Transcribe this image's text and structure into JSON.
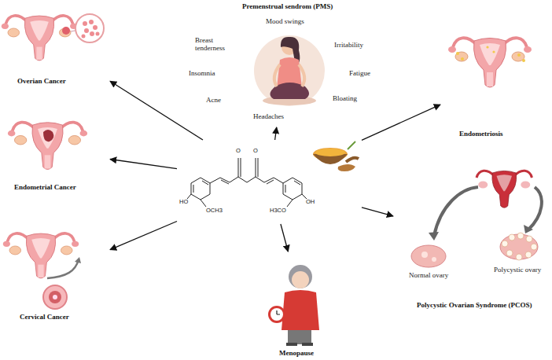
{
  "diagram": {
    "nodes": [
      {
        "text": [
          "Premenstrual sendrom (PMS)",
          "Mood swings",
          "Irritability",
          "Fatigue",
          "Bloating",
          "Headaches",
          "Acne",
          "Insomnia",
          "Breast tenderness"
        ]
      },
      {
        "text": [
          "Overian Cancer"
        ]
      },
      {
        "text": [
          "Endometriosis"
        ]
      },
      {
        "text": [
          "Endometrial Cancer"
        ]
      },
      {
        "text": [
          "O",
          "O",
          "HO",
          "OCH3",
          "H3CO",
          "OH"
        ]
      },
      {
        "text": [
          "Normal ovary",
          "Polycystic ovary",
          "Polycystic Ovarian Syndrome (PCOS)"
        ]
      },
      {
        "text": [
          "Cervical Cancer"
        ]
      },
      {
        "text": [
          "Menopause"
        ]
      }
    ],
    "edges": [
      {
        "from": 4,
        "to": 1,
        "arrow": "to"
      },
      {
        "from": 4,
        "to": 3,
        "arrow": "to"
      },
      {
        "from": 4,
        "to": 6,
        "arrow": "to"
      },
      {
        "from": 4,
        "to": 0,
        "arrow": "to"
      },
      {
        "from": 4,
        "to": 2,
        "arrow": "to"
      },
      {
        "from": 4,
        "to": 5,
        "arrow": "to"
      },
      {
        "from": 4,
        "to": 7,
        "arrow": "to"
      }
    ]
  }
}
